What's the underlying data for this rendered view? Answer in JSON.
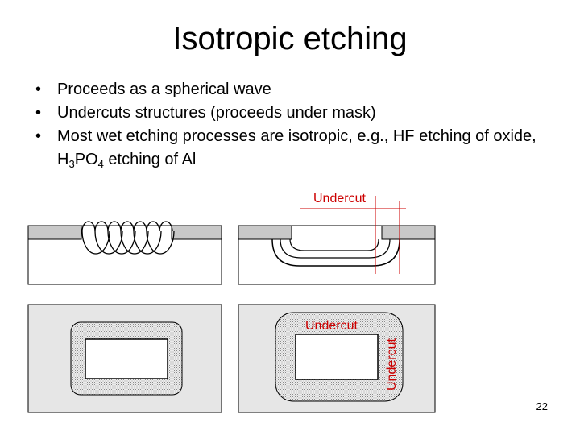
{
  "slide": {
    "title": "Isotropic etching",
    "bullets": [
      {
        "text": "Proceeds as a spherical wave"
      },
      {
        "text": "Undercuts structures (proceeds under mask)"
      },
      {
        "text_before": "Most wet etching processes are isotropic, e.g., HF etching of oxide, H",
        "sub1": "3",
        "text_mid": "PO",
        "sub2": "4",
        "text_after": " etching of Al"
      }
    ],
    "page_number": "22"
  },
  "figure": {
    "label_undercut_top": "Undercut",
    "label_undercut_inner": "Undercut",
    "label_undercut_vertical": "Undercut",
    "colors": {
      "annotation": "#cc0000",
      "mask": "#c8c8c8",
      "frame_fill": "#e6e6e6",
      "outline": "#000000"
    }
  }
}
